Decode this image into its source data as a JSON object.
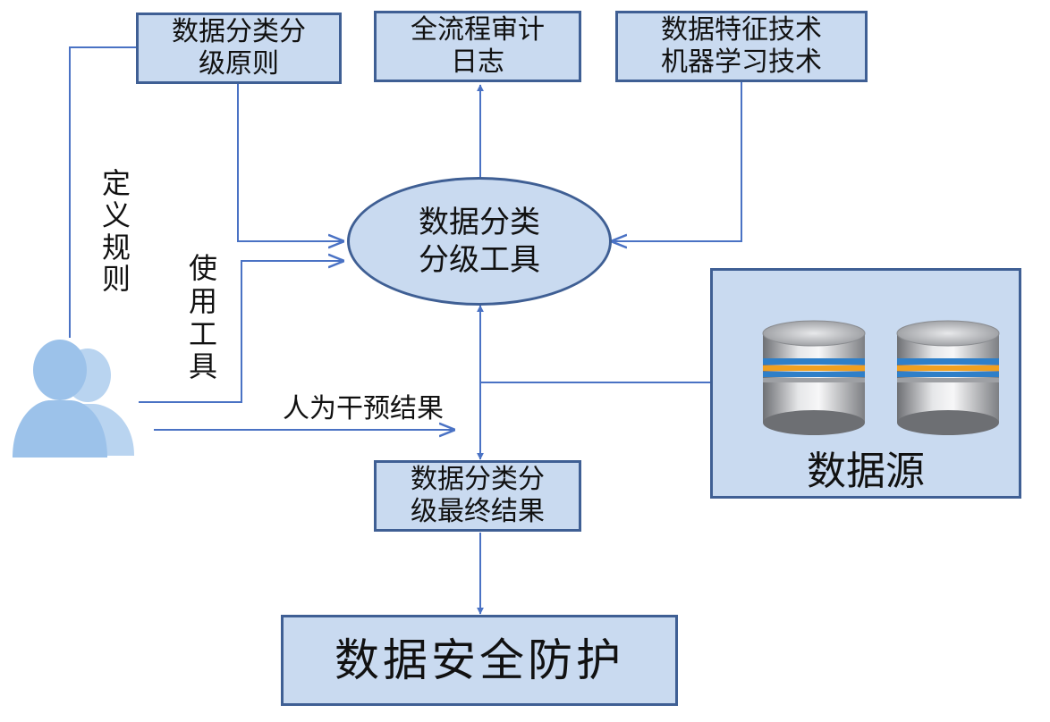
{
  "boxes": {
    "principle": [
      "数据分类分",
      "级原则"
    ],
    "audit": [
      "全流程审计",
      "日志"
    ],
    "tech": [
      "数据特征技术",
      "机器学习技术"
    ],
    "result": [
      "数据分类分",
      "级最终结果"
    ],
    "protect": "数据安全防护"
  },
  "tool": [
    "数据分类",
    "分级工具"
  ],
  "labels": {
    "define_rules": "定义规则",
    "use_tool": "使用工具",
    "intervene": "人为干预结果"
  },
  "source": {
    "label": "数据源"
  },
  "colors": {
    "box_fill": "#c9daf0",
    "box_border": "#3f5f94",
    "arrow": "#4a72c4",
    "user_icon": "#9cc2ea"
  },
  "icons": [
    "users-icon",
    "database-icon",
    "database-icon"
  ]
}
